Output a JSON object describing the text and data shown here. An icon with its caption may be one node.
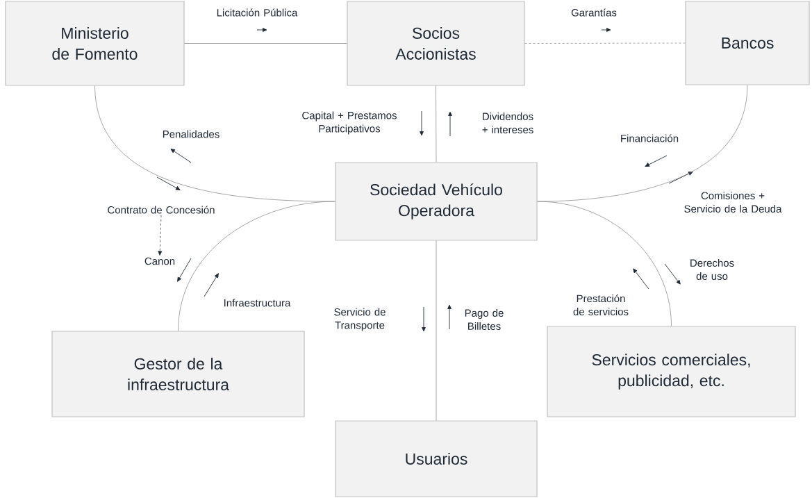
{
  "diagram": {
    "nodes": [
      {
        "text": [
          "Ministerio de Fomento"
        ]
      },
      {
        "text": [
          "Socios Accionistas"
        ]
      },
      {
        "text": [
          "Bancos"
        ]
      },
      {
        "text": [
          "Sociedad Vehículo Operadora"
        ]
      },
      {
        "text": [
          "Gestor de la infraestructura"
        ]
      },
      {
        "text": [
          "Servicios comerciales, publicidad, etc."
        ]
      },
      {
        "text": [
          "Usuarios"
        ]
      },
      {
        "text": [
          "Contrato de Concesión"
        ]
      },
      {
        "text": [
          "Canon"
        ]
      }
    ],
    "edges": [
      {
        "from": 0,
        "to": 1,
        "arrow": "none"
      },
      {
        "from": 1,
        "to": 2,
        "arrow": "none",
        "style": "dashed"
      },
      {
        "from": 1,
        "to": 3,
        "arrow": "none"
      },
      {
        "from": 0,
        "to": 3,
        "arrow": "none"
      },
      {
        "from": 2,
        "to": 3,
        "arrow": "none"
      },
      {
        "from": 4,
        "to": 3,
        "arrow": "none"
      },
      {
        "from": 5,
        "to": 3,
        "arrow": "none"
      },
      {
        "from": 3,
        "to": 6,
        "arrow": "none"
      },
      {
        "from": 7,
        "to": 8,
        "arrow": "to",
        "style": "dashed",
        "color": "#1f2a36"
      }
    ],
    "labels": [
      "Licitación Pública",
      "Garantías",
      "Capital + Prestamos Participativos",
      "Dividendos + intereses",
      "Penalidades",
      "Financiación",
      "Comisiones + Servicio de la Deuda",
      "Infraestructura",
      "Derechos de uso",
      "Prestación de servicios",
      "Servicio de Transporte",
      "Pago de Billetes"
    ]
  }
}
